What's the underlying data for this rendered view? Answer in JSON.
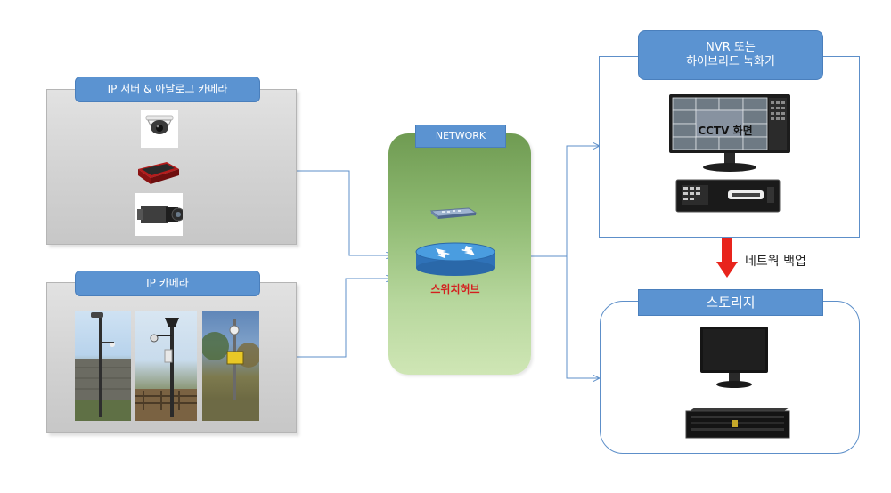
{
  "analog_group": {
    "title": "IP 서버 & 아날로그 카메라"
  },
  "ip_group": {
    "title": "IP 카메라"
  },
  "network": {
    "title": "NETWORK",
    "switch_label": "스위치허브"
  },
  "nvr": {
    "title_line1": "NVR 또는",
    "title_line2": "하이브리드 녹화기",
    "screen_label": "CCTV 화면"
  },
  "backup": {
    "label": "네트웍 백업"
  },
  "storage": {
    "title": "스토리지"
  },
  "colors": {
    "accent": "#5b93d1",
    "line": "#5d8fc9",
    "arrow": "#e8241c",
    "switch_text": "#d41f1f",
    "network_green": "#9cc58a"
  }
}
